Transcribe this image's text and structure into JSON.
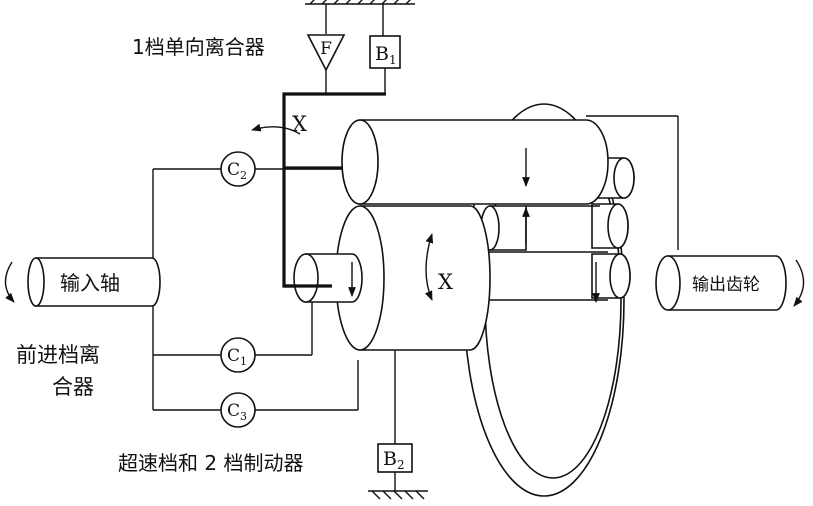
{
  "labels": {
    "one_way_clutch": "1档单向离合器",
    "input_shaft": "输入轴",
    "forward_clutch_line1": "前进档离",
    "forward_clutch_line2": "合器",
    "overdrive_brake": "超速档和 2 档制动器",
    "output_gear": "输出齿轮",
    "x_upper": "X",
    "x_middle": "X"
  },
  "components": {
    "f": "F",
    "b1": {
      "base": "B",
      "sub": "1"
    },
    "b2": {
      "base": "B",
      "sub": "2"
    },
    "c1": {
      "base": "C",
      "sub": "1"
    },
    "c2": {
      "base": "C",
      "sub": "2"
    },
    "c3": {
      "base": "C",
      "sub": "3"
    }
  }
}
